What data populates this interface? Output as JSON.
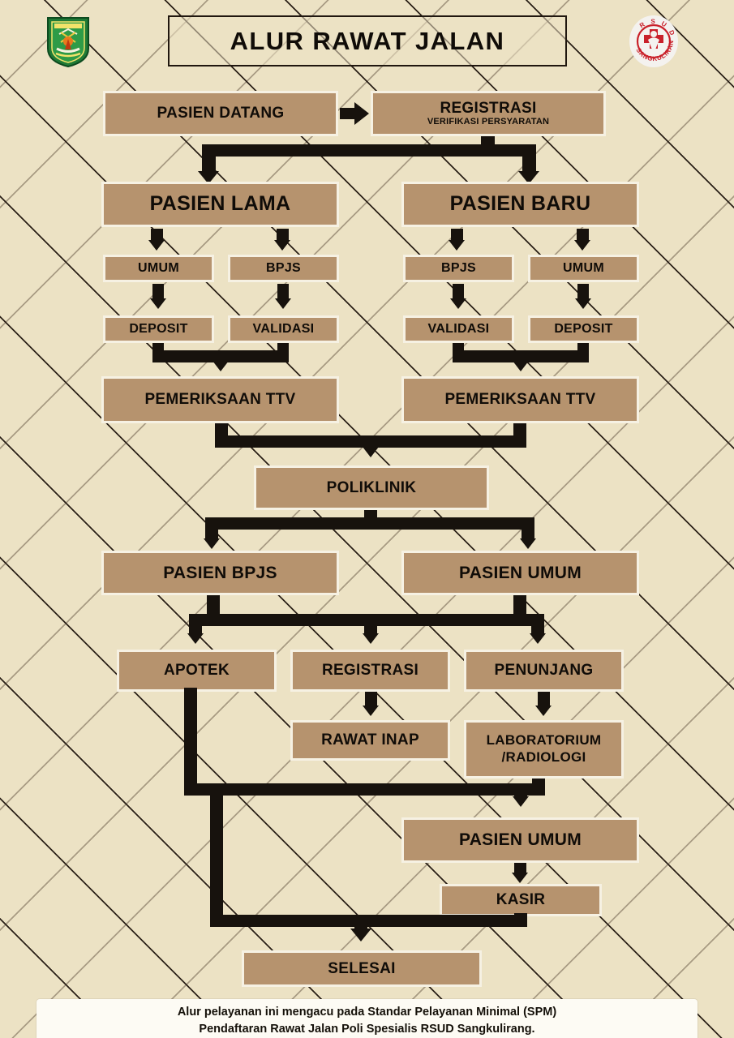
{
  "header": {
    "title": "ALUR RAWAT JALAN",
    "logo_left_name": "kabupaten-kutai-timur-emblem",
    "logo_right_name": "rsud-sangkulirang-logo",
    "logo_right_text_top": "R S U D",
    "logo_right_text_bottom": "SANGKULIRANG"
  },
  "nodes": {
    "pasien_datang": "PASIEN DATANG",
    "registrasi_top": "REGISTRASI",
    "registrasi_top_sub": "VERIFIKASI PERSYARATAN",
    "pasien_lama": "PASIEN LAMA",
    "pasien_baru": "PASIEN BARU",
    "lama_umum": "UMUM",
    "lama_bpjs": "BPJS",
    "baru_bpjs": "BPJS",
    "baru_umum": "UMUM",
    "lama_deposit": "DEPOSIT",
    "lama_validasi": "VALIDASI",
    "baru_validasi": "VALIDASI",
    "baru_deposit": "DEPOSIT",
    "ttv_left": "PEMERIKSAAN TTV",
    "ttv_right": "PEMERIKSAAN TTV",
    "poliklinik": "POLIKLINIK",
    "pasien_bpjs": "PASIEN BPJS",
    "pasien_umum_mid": "PASIEN UMUM",
    "apotek": "APOTEK",
    "registrasi_low": "REGISTRASI",
    "penunjang": "PENUNJANG",
    "rawat_inap": "RAWAT INAP",
    "laboratorium_line1": "LABORATORIUM",
    "laboratorium_line2": "/RADIOLOGI",
    "pasien_umum_low": "PASIEN UMUM",
    "kasir": "KASIR",
    "selesai": "SELESAI"
  },
  "footer": {
    "line1": "Alur pelayanan ini mengacu pada Standar Pelayanan Minimal (SPM)",
    "line2": "Pendaftaran Rawat Jalan Poli Spesialis RSUD Sangkulirang."
  },
  "colors": {
    "background": "#ece2c4",
    "node_fill": "#b6936e",
    "node_border": "#f6f1e3",
    "connector": "#17120d",
    "text": "#100c08",
    "footer_bg": "#fdfbf4",
    "lattice_dark": "#2b2118",
    "lattice_light": "#a89b83",
    "logo_right_accent": "#c9202a",
    "logo_left_accent": "#1f7a36"
  }
}
